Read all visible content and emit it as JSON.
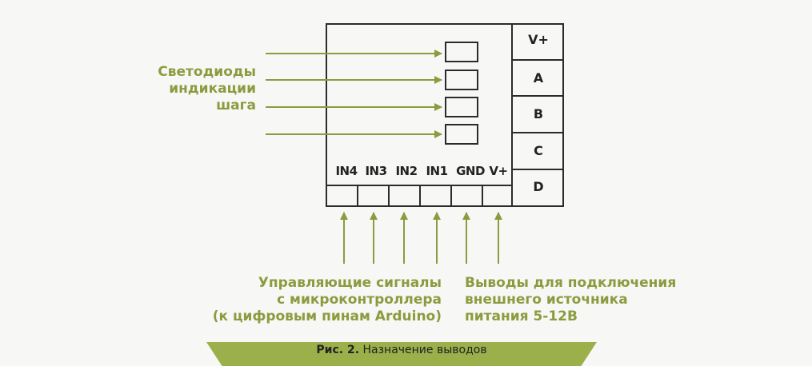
{
  "colors": {
    "accent": "#8a9c3e",
    "line": "#2b2b2b",
    "caption_bar": "#9bb04a"
  },
  "terminals": [
    "V+",
    "A",
    "B",
    "C",
    "D"
  ],
  "pins": [
    "IN4",
    "IN3",
    "IN2",
    "IN1",
    "GND",
    "V+"
  ],
  "labels": {
    "leds": [
      "Светодиоды",
      "индикации",
      "шага"
    ],
    "control": [
      "Управляющие сигналы",
      "с микроконтроллера",
      "(к цифровым пинам Arduino)"
    ],
    "power": [
      "Выводы для подключения",
      "внешнего источника",
      "питания 5-12В"
    ]
  },
  "caption": {
    "prefix": "Рис. 2.",
    "text": "Назначение выводов"
  }
}
